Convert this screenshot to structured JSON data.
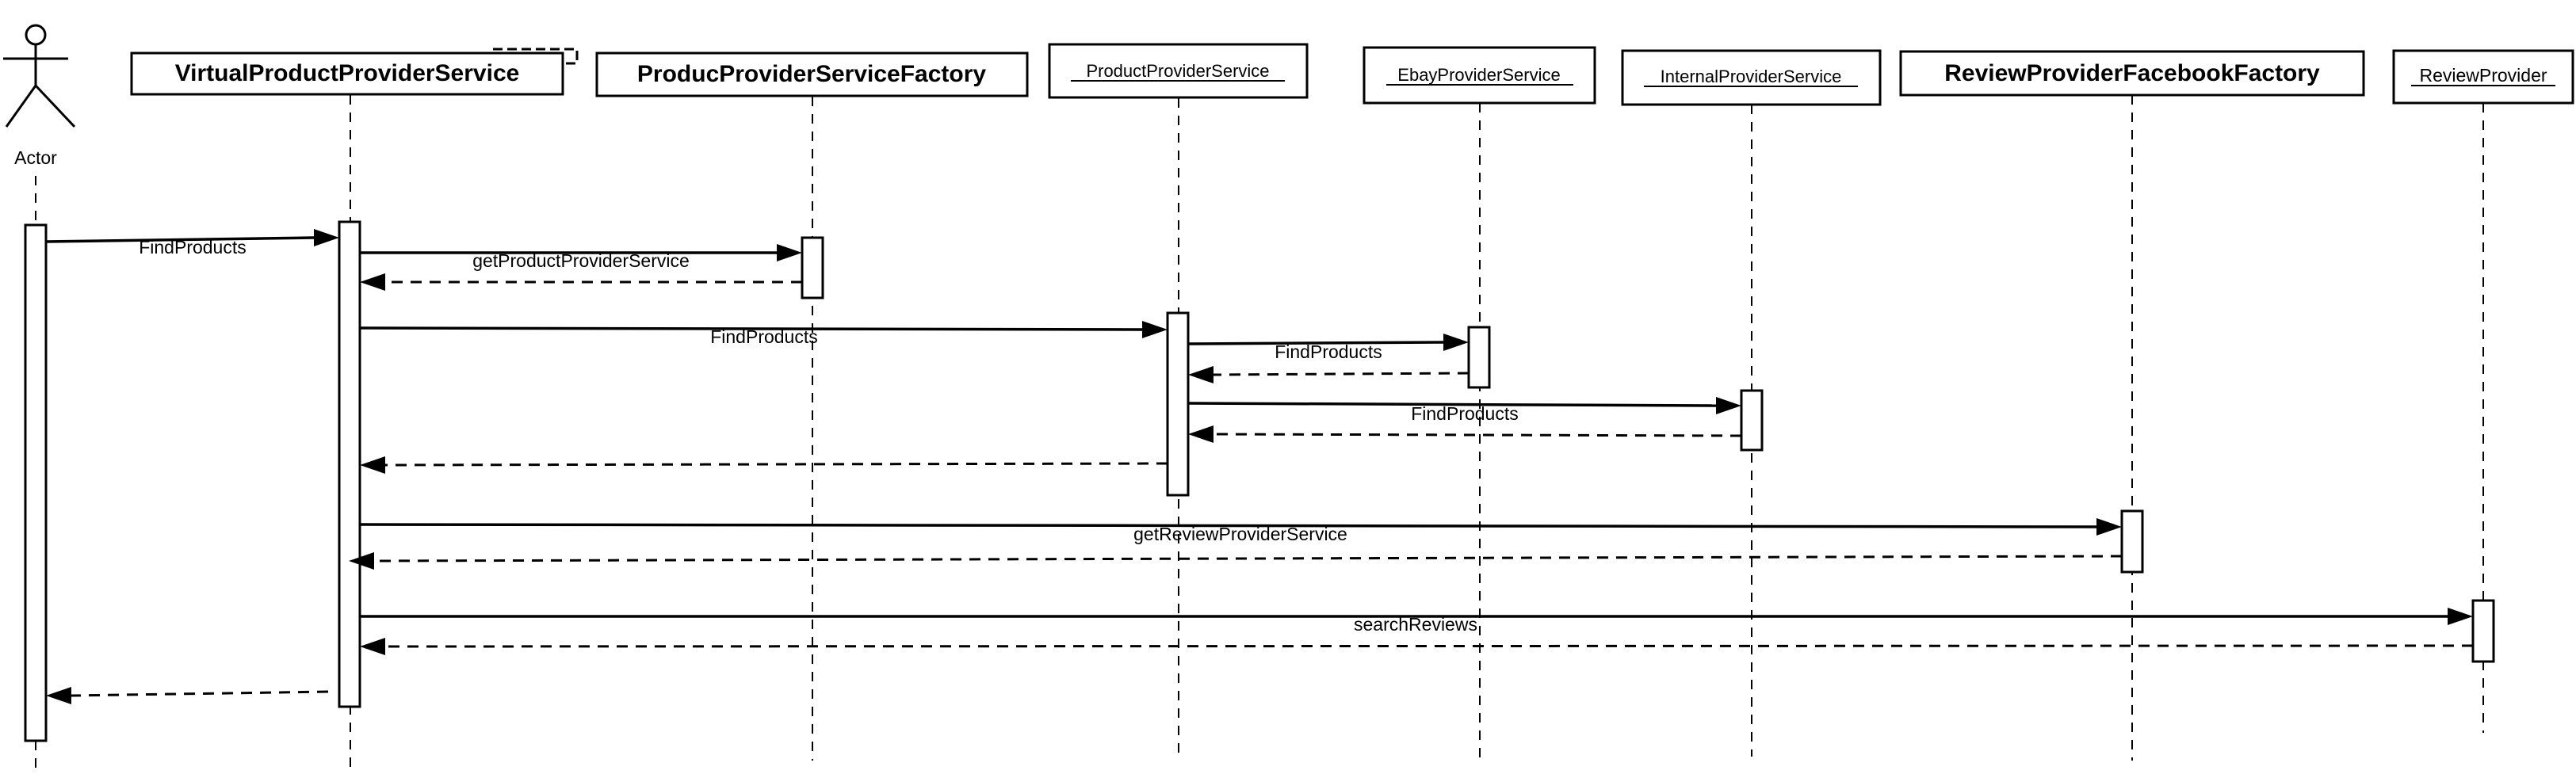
{
  "diagram": {
    "type": "sequence",
    "actor": {
      "label": "Actor"
    },
    "participants": [
      {
        "id": "p1",
        "label": "VirtualProductProviderService",
        "bold": true
      },
      {
        "id": "p2",
        "label": "ProducProviderServiceFactory",
        "bold": true
      },
      {
        "id": "p3",
        "label": "ProductProviderService",
        "bold": false
      },
      {
        "id": "p4",
        "label": "EbayProviderService",
        "bold": false
      },
      {
        "id": "p5",
        "label": "InternalProviderService",
        "bold": false
      },
      {
        "id": "p6",
        "label": "ReviewProviderFacebookFactory",
        "bold": true
      },
      {
        "id": "p7",
        "label": "ReviewProvider",
        "bold": false
      }
    ],
    "messages": [
      {
        "label": "FindProducts",
        "from": "actor",
        "to": "p1",
        "kind": "call"
      },
      {
        "label": "getProductProviderService",
        "from": "p1",
        "to": "p2",
        "kind": "call"
      },
      {
        "label": "",
        "from": "p2",
        "to": "p1",
        "kind": "return"
      },
      {
        "label": "FindProducts",
        "from": "p1",
        "to": "p3",
        "kind": "call"
      },
      {
        "label": "FindProducts",
        "from": "p3",
        "to": "p4",
        "kind": "call"
      },
      {
        "label": "",
        "from": "p4",
        "to": "p3",
        "kind": "return"
      },
      {
        "label": "FindProducts",
        "from": "p3",
        "to": "p5",
        "kind": "call"
      },
      {
        "label": "",
        "from": "p5",
        "to": "p3",
        "kind": "return"
      },
      {
        "label": "",
        "from": "p3",
        "to": "p1",
        "kind": "return"
      },
      {
        "label": "getReviewProviderService",
        "from": "p1",
        "to": "p6",
        "kind": "call"
      },
      {
        "label": "",
        "from": "p6",
        "to": "p1",
        "kind": "return"
      },
      {
        "label": "searchReviews",
        "from": "p1",
        "to": "p7",
        "kind": "call"
      },
      {
        "label": "",
        "from": "p7",
        "to": "p1",
        "kind": "return"
      },
      {
        "label": "",
        "from": "p1",
        "to": "actor",
        "kind": "return"
      }
    ]
  }
}
